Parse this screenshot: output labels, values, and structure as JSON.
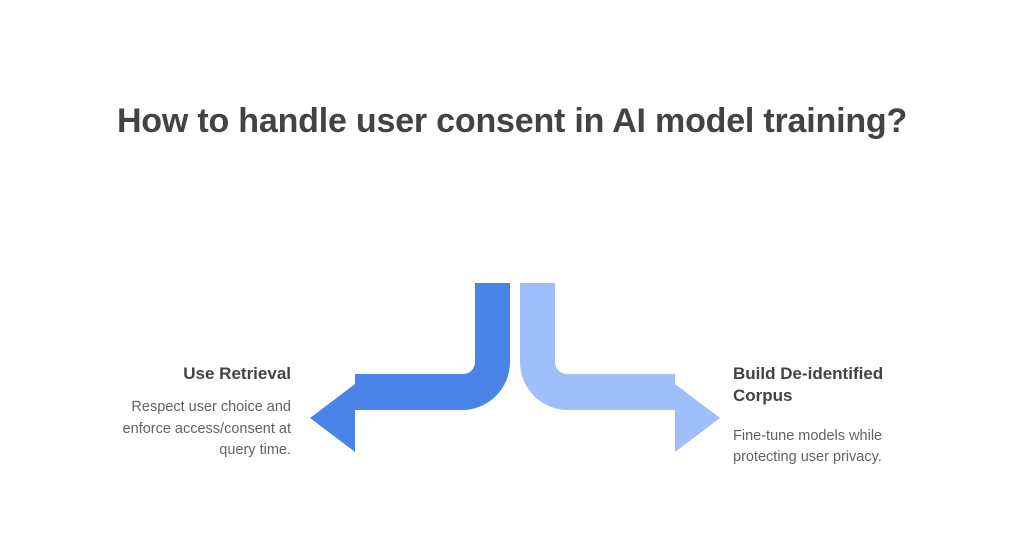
{
  "slide": {
    "background_color": "#ffffff",
    "title": "How to handle user consent in AI model training?",
    "title_color": "#434343"
  },
  "diagram": {
    "type": "fork-split-arrows",
    "description": "A single path splitting into two curved arrows pointing left and right",
    "branches": [
      {
        "direction": "left",
        "arrow_name": "left-branch-arrow",
        "arrow_color": "#4a84e8",
        "heading": "Use Retrieval",
        "body": "Respect user choice and enforce access/consent at query time.",
        "text_align": "right"
      },
      {
        "direction": "right",
        "arrow_name": "right-branch-arrow",
        "arrow_color": "#9ebffc",
        "heading": "Build De-identified Corpus",
        "body": "Fine-tune models while protecting user privacy.",
        "text_align": "left"
      }
    ]
  },
  "colors": {
    "dark_blue": "#4a84e8",
    "light_blue": "#9ebffc",
    "heading_gray": "#434343",
    "body_gray": "#5f6368",
    "background": "#ffffff"
  }
}
